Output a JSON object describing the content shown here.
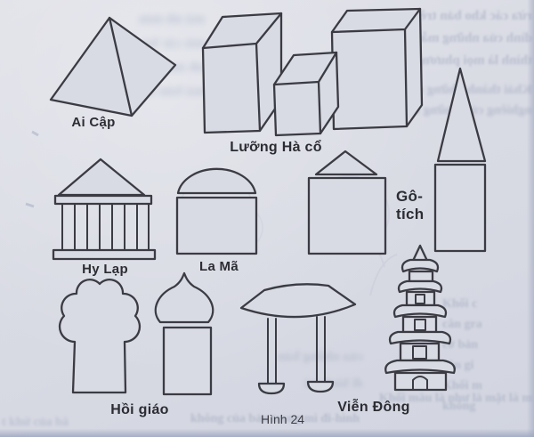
{
  "figure": {
    "caption": "Hình 24",
    "labels": {
      "egypt": "Ai Cập",
      "mesopotamia": "Lưỡng Hà cổ",
      "greece": "Hy Lạp",
      "rome": "La Mã",
      "gothic_line1": "Gô-",
      "gothic_line2": "tích",
      "islam": "Hồi giáo",
      "far_east": "Viễn Đông"
    },
    "drawing_icons": [
      "pyramid-icon",
      "three-blocks-icon",
      "greek-temple-icon",
      "domed-rotunda-icon",
      "gothic-house-icon",
      "gothic-spire-tower-icon",
      "cloud-top-tower-icon",
      "onion-dome-tower-icon",
      "curved-roof-gate-icon",
      "tiered-pagoda-icon"
    ]
  },
  "ghost_bleedthrough": {
    "top_right": [
      "rừa các kho bản trên",
      "dình của những mẫu ch",
      "thình là mọi phương cá"
    ],
    "mid_right": [
      "Khải thành những đặt cải",
      "nghiêng của những thời là"
    ],
    "pyramid_bg": [
      "mà nh mm",
      "mù các bả",
      "nh mm các",
      "mà bản th"
    ],
    "gate_bg": [
      "của những bản",
      "đi hình mì"
    ],
    "pagoda_col": [
      "Khối c",
      "cân gra",
      "cơ bản",
      "cân gi",
      "Khối m",
      "không"
    ],
    "bottom_1": "Khối màu là như là mặt là m",
    "bottom_2": "không của bản trong mì đi-hình",
    "bottom_left": "t khứ của bà"
  },
  "colors": {
    "paper": "#d9dbe4",
    "ink": "#3b3b43",
    "label_ink": "#2c2c33",
    "ghost": "#98a1ba",
    "page_edge": "#9aa3bd"
  }
}
